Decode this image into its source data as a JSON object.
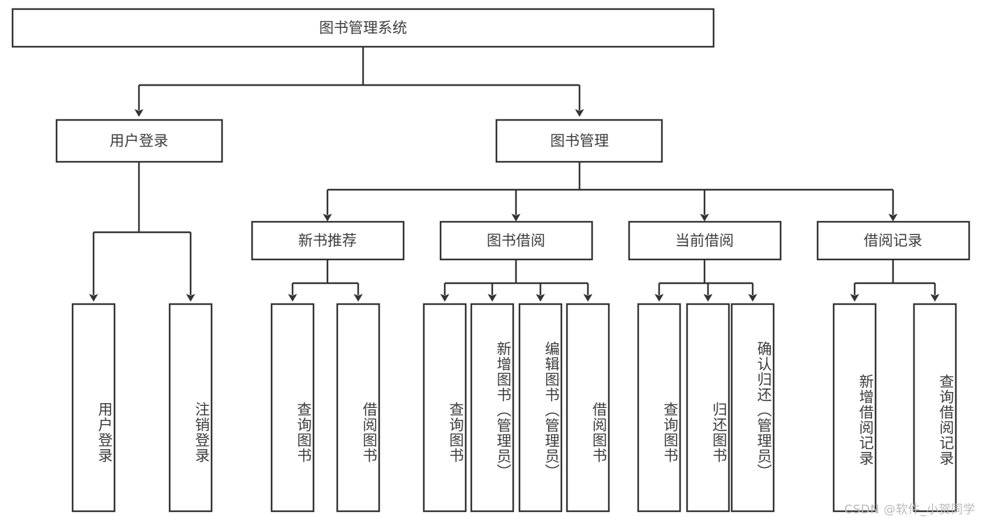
{
  "diagram": {
    "type": "tree-hierarchy",
    "title": "图书管理系统",
    "root": {
      "id": "root",
      "label": "图书管理系统",
      "orientation": "horizontal"
    },
    "level2": [
      {
        "id": "user-login",
        "label": "用户登录",
        "orientation": "horizontal"
      },
      {
        "id": "book-management",
        "label": "图书管理",
        "orientation": "horizontal"
      }
    ],
    "level3": [
      {
        "id": "new-book-recommend",
        "label": "新书推荐",
        "orientation": "horizontal",
        "parent": "book-management"
      },
      {
        "id": "book-borrow",
        "label": "图书借阅",
        "orientation": "horizontal",
        "parent": "book-management"
      },
      {
        "id": "current-borrow",
        "label": "当前借阅",
        "orientation": "horizontal",
        "parent": "book-management"
      },
      {
        "id": "borrow-record",
        "label": "借阅记录",
        "orientation": "horizontal",
        "parent": "book-management"
      }
    ],
    "leaves": [
      {
        "id": "leaf-user-login",
        "label": "用户登录",
        "orientation": "vertical",
        "parent": "user-login"
      },
      {
        "id": "leaf-user-logout",
        "label": "注销登录",
        "orientation": "vertical",
        "parent": "user-login"
      },
      {
        "id": "leaf-query-book-1",
        "label": "查询图书",
        "orientation": "vertical",
        "parent": "new-book-recommend"
      },
      {
        "id": "leaf-borrow-book-1",
        "label": "借阅图书",
        "orientation": "vertical",
        "parent": "new-book-recommend"
      },
      {
        "id": "leaf-query-book-2",
        "label": "查询图书",
        "orientation": "vertical",
        "parent": "book-borrow"
      },
      {
        "id": "leaf-add-book",
        "label": "新增图书（管理员）",
        "orientation": "vertical",
        "parent": "book-borrow"
      },
      {
        "id": "leaf-edit-book",
        "label": "编辑图书（管理员）",
        "orientation": "vertical",
        "parent": "book-borrow"
      },
      {
        "id": "leaf-borrow-book-2",
        "label": "借阅图书",
        "orientation": "vertical",
        "parent": "book-borrow"
      },
      {
        "id": "leaf-query-book-3",
        "label": "查询图书",
        "orientation": "vertical",
        "parent": "current-borrow"
      },
      {
        "id": "leaf-return-book",
        "label": "归还图书",
        "orientation": "vertical",
        "parent": "current-borrow"
      },
      {
        "id": "leaf-confirm-return",
        "label": "确认归还（管理员）",
        "orientation": "vertical",
        "parent": "current-borrow"
      },
      {
        "id": "leaf-add-record",
        "label": "新增借阅记录",
        "orientation": "vertical",
        "parent": "borrow-record"
      },
      {
        "id": "leaf-query-record",
        "label": "查询借阅记录",
        "orientation": "vertical",
        "parent": "borrow-record"
      }
    ],
    "colors": {
      "box_stroke": "#333333",
      "box_fill": "#ffffff",
      "text": "#3d3d3d",
      "background": "#ffffff",
      "watermark": "#b9b9b9"
    }
  },
  "watermark": {
    "text": "CSDN @软件_小贺同学"
  }
}
